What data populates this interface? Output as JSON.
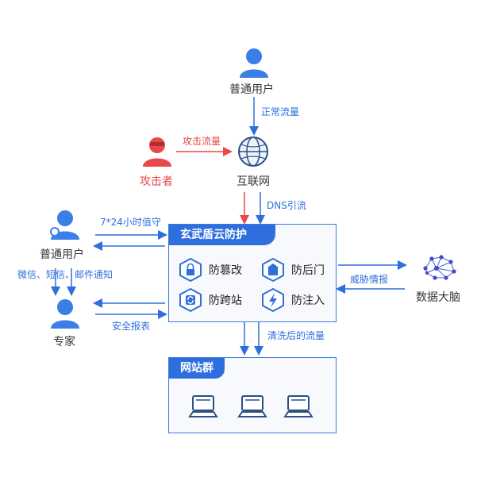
{
  "colors": {
    "accent": "#2f6fdd",
    "attack": "#e8474b",
    "panel_bg": "#f7f9fd"
  },
  "nodes": {
    "normal_user_top": "普通用户",
    "internet": "互联网",
    "attacker": "攻击者",
    "normal_user_left": "普通用户",
    "expert": "专家",
    "brain": "数据大脑"
  },
  "edges": {
    "normal_traffic": "正常流量",
    "attack_traffic": "攻击流量",
    "dns": "DNS引流",
    "duty": "7*24小时值守",
    "notify": "微信、短信、邮件通知",
    "report": "安全报表",
    "threat": "威胁情报",
    "cleaned": "清洗后的流量"
  },
  "shield_panel": {
    "title": "玄武盾云防护",
    "features": [
      {
        "icon": "lock-icon",
        "label": "防篡改"
      },
      {
        "icon": "building-icon",
        "label": "防后门"
      },
      {
        "icon": "refresh-icon",
        "label": "防跨站"
      },
      {
        "icon": "lightning-icon",
        "label": "防注入"
      }
    ]
  },
  "site_panel": {
    "title": "网站群",
    "servers": [
      "laptop-icon",
      "laptop-icon",
      "laptop-icon"
    ]
  }
}
